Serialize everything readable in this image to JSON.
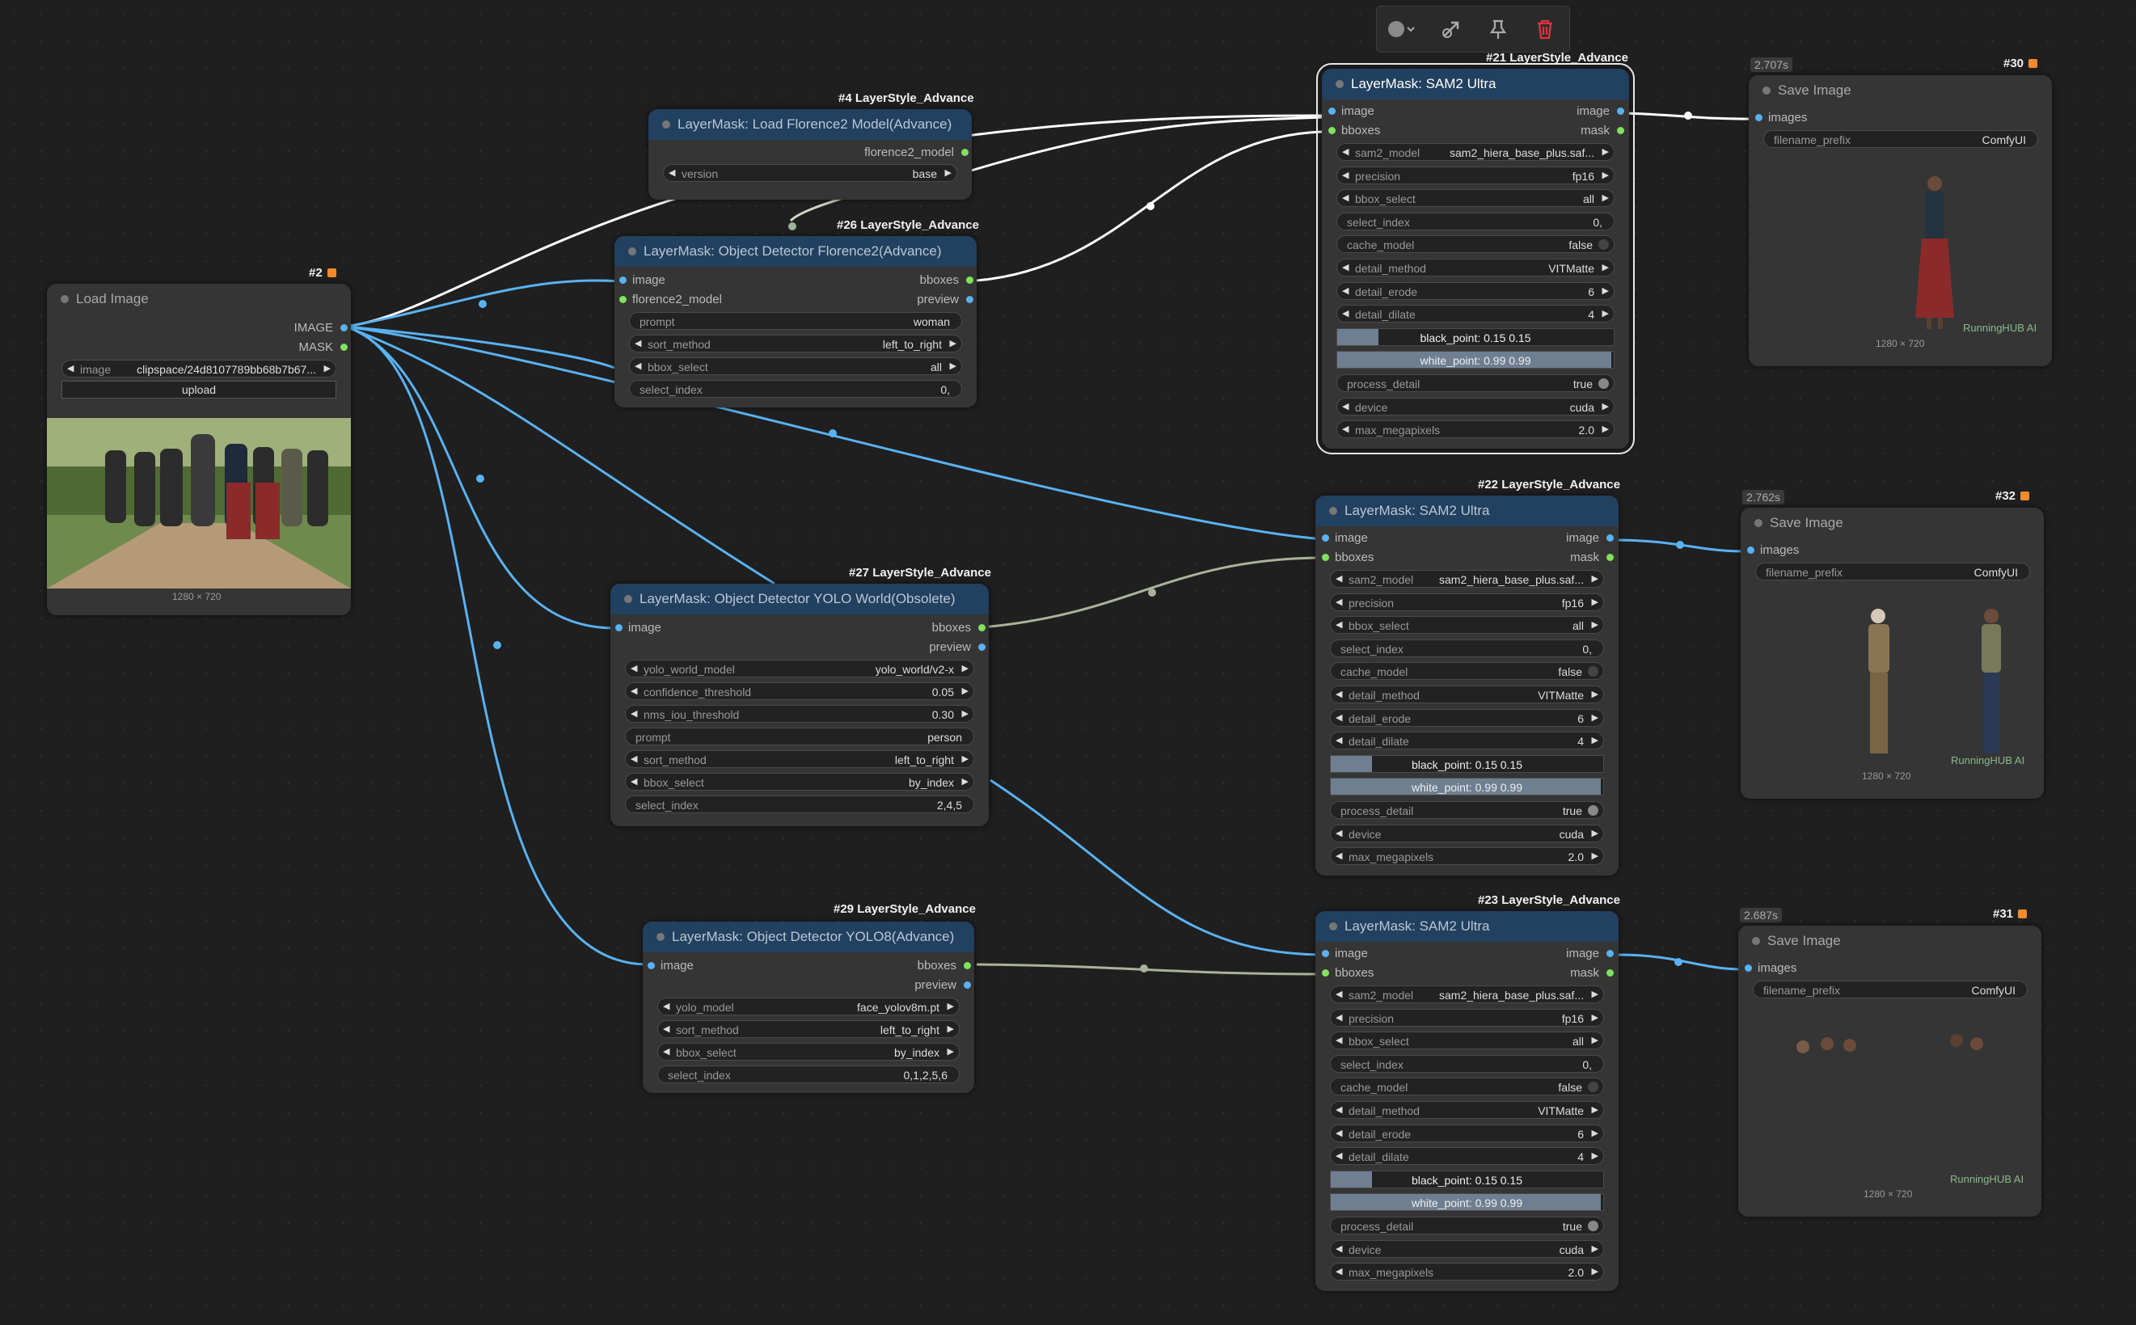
{
  "toolbar": {
    "icons": [
      "color-circle-icon",
      "bypass-icon",
      "pin-icon",
      "trash-icon"
    ]
  },
  "nodes": {
    "n2": {
      "tag": "#2",
      "title": "Load Image",
      "out1": "IMAGE",
      "out2": "MASK",
      "image_label": "image",
      "image_value": "clipspace/24d8107789bb68b7b67...",
      "upload": "upload",
      "size": "1280 × 720"
    },
    "n4": {
      "tag": "#4 LayerStyle_Advance",
      "title": "LayerMask: Load Florence2 Model(Advance)",
      "out1": "florence2_model",
      "version_label": "version",
      "version_value": "base"
    },
    "n26": {
      "tag": "#26 LayerStyle_Advance",
      "title": "LayerMask: Object Detector Florence2(Advance)",
      "in1": "image",
      "in2": "florence2_model",
      "out1": "bboxes",
      "out2": "preview",
      "w": [
        {
          "l": "prompt",
          "v": "woman"
        },
        {
          "l": "sort_method",
          "v": "left_to_right"
        },
        {
          "l": "bbox_select",
          "v": "all"
        },
        {
          "l": "select_index",
          "v": "0,"
        }
      ]
    },
    "n27": {
      "tag": "#27 LayerStyle_Advance",
      "title": "LayerMask: Object Detector YOLO World(Obsolete)",
      "in1": "image",
      "out1": "bboxes",
      "out2": "preview",
      "w": [
        {
          "l": "yolo_world_model",
          "v": "yolo_world/v2-x"
        },
        {
          "l": "confidence_threshold",
          "v": "0.05"
        },
        {
          "l": "nms_iou_threshold",
          "v": "0.30"
        },
        {
          "l": "prompt",
          "v": "person"
        },
        {
          "l": "sort_method",
          "v": "left_to_right"
        },
        {
          "l": "bbox_select",
          "v": "by_index"
        },
        {
          "l": "select_index",
          "v": "2,4,5"
        }
      ]
    },
    "n29": {
      "tag": "#29 LayerStyle_Advance",
      "title": "LayerMask: Object Detector YOLO8(Advance)",
      "in1": "image",
      "out1": "bboxes",
      "out2": "preview",
      "w": [
        {
          "l": "yolo_model",
          "v": "face_yolov8m.pt"
        },
        {
          "l": "sort_method",
          "v": "left_to_right"
        },
        {
          "l": "bbox_select",
          "v": "by_index"
        },
        {
          "l": "select_index",
          "v": "0,1,2,5,6"
        }
      ]
    },
    "n21": {
      "tag": "#21 LayerStyle_Advance",
      "title": "LayerMask: SAM2 Ultra",
      "in1": "image",
      "in2": "bboxes",
      "out1": "image",
      "out2": "mask"
    },
    "n22": {
      "tag": "#22 LayerStyle_Advance",
      "title": "LayerMask: SAM2 Ultra",
      "in1": "image",
      "in2": "bboxes",
      "out1": "image",
      "out2": "mask"
    },
    "n23": {
      "tag": "#23 LayerStyle_Advance",
      "title": "LayerMask: SAM2 Ultra",
      "in1": "image",
      "in2": "bboxes",
      "out1": "image",
      "out2": "mask"
    },
    "n30": {
      "tag": "#30",
      "time": "2.707s",
      "title": "Save Image",
      "in1": "images",
      "prefix_label": "filename_prefix",
      "prefix_value": "ComfyUI",
      "size": "1280 × 720",
      "watermark": "RunningHUB AI"
    },
    "n32": {
      "tag": "#32",
      "time": "2.762s",
      "title": "Save Image",
      "in1": "images",
      "prefix_label": "filename_prefix",
      "prefix_value": "ComfyUI",
      "size": "1280 × 720",
      "watermark": "RunningHUB AI"
    },
    "n31": {
      "tag": "#31",
      "time": "2.687s",
      "title": "Save Image",
      "in1": "images",
      "prefix_label": "filename_prefix",
      "prefix_value": "ComfyUI",
      "size": "1280 × 720",
      "watermark": "RunningHUB AI"
    }
  },
  "sam2_widgets": [
    {
      "l": "sam2_model",
      "v": "sam2_hiera_base_plus.saf...",
      "kind": "combo"
    },
    {
      "l": "precision",
      "v": "fp16",
      "kind": "combo"
    },
    {
      "l": "bbox_select",
      "v": "all",
      "kind": "combo"
    },
    {
      "l": "select_index",
      "v": "0,",
      "kind": "text"
    },
    {
      "l": "cache_model",
      "v": "false",
      "kind": "toggle-off"
    },
    {
      "l": "detail_method",
      "v": "VITMatte",
      "kind": "combo"
    },
    {
      "l": "detail_erode",
      "v": "6",
      "kind": "combo"
    },
    {
      "l": "detail_dilate",
      "v": "4",
      "kind": "combo"
    },
    {
      "l": "black_point",
      "v": "black_point: 0.15  0.15",
      "kind": "slider",
      "fill": 0.15
    },
    {
      "l": "white_point",
      "v": "white_point: 0.99  0.99",
      "kind": "slider",
      "fill": 0.99
    },
    {
      "l": "process_detail",
      "v": "true",
      "kind": "toggle-on"
    },
    {
      "l": "device",
      "v": "cuda",
      "kind": "combo"
    },
    {
      "l": "max_megapixels",
      "v": "2.0",
      "kind": "combo"
    }
  ],
  "colors": {
    "image_link": "#59b2f1",
    "bbox_link": "#a9b39a",
    "model_link": "#ffffff",
    "header": "#22405f",
    "node": "#353535"
  }
}
